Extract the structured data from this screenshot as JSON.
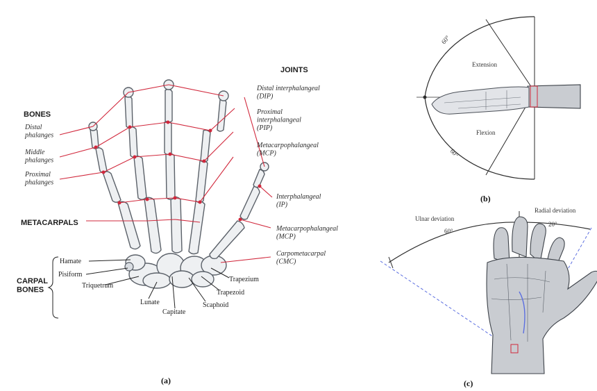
{
  "panel_a": {
    "caption": "(a)",
    "header_bones": "BONES",
    "header_joints": "JOINTS",
    "header_metacarpals": "METACARPALS",
    "header_carpal_bones": "CARPAL\nBONES",
    "bone_labels": {
      "distal": "Distal\nphalanges",
      "middle": "Middle\nphalanges",
      "proximal": "Proximal\nphalanges"
    },
    "joint_labels": {
      "dip": "Distal interphalangeal\n(DIP)",
      "pip": "Proximal\ninterphalangeal\n(PIP)",
      "mcp_top": "Metacarpophalangeal\n(MCP)",
      "ip": "Interphalangeal\n(IP)",
      "mcp_thumb": "Metacarpophalangeal\n(MCP)",
      "cmc": "Carpometacarpal\n(CMC)"
    },
    "carpal_labels": {
      "hamate": "Hamate",
      "pisiform": "Pisiform",
      "triquetrum": "Triquetrum",
      "lunate": "Lunate",
      "capitate": "Capitate",
      "scaphoid": "Scaphoid",
      "trapezoid": "Trapezoid",
      "trapezium": "Trapezium"
    }
  },
  "panel_b": {
    "caption": "(b)",
    "extension": "Extension",
    "flexion": "Flexion",
    "angle_top": "60°",
    "angle_bottom": "60°"
  },
  "panel_c": {
    "caption": "(c)",
    "ulnar": "Ulnar deviation",
    "radial": "Radial deviation",
    "ulnar_angle": "60°",
    "radial_angle": "20°"
  },
  "colors": {
    "joint": "#d1283c",
    "bone_fill": "#eef0f2",
    "guide": "#5b6ee0"
  }
}
